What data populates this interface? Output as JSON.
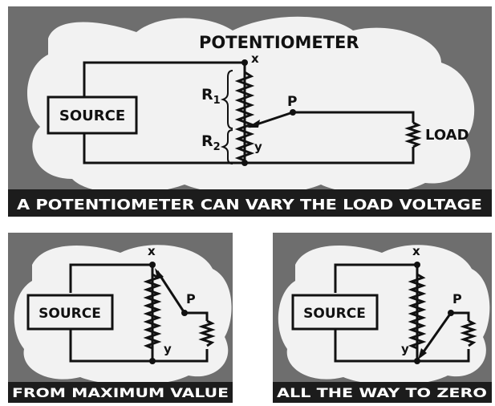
{
  "top_panel": {
    "title": "POTENTIOMETER",
    "source_label": "SOURCE",
    "load_label": "LOAD",
    "terminal_x": "x",
    "terminal_y": "y",
    "wiper_label": "P",
    "r1_label": "R",
    "r1_sub": "1",
    "r2_label": "R",
    "r2_sub": "2",
    "caption": "A POTENTIOMETER CAN VARY THE LOAD VOLTAGE"
  },
  "bottom_left_panel": {
    "source_label": "SOURCE",
    "terminal_x": "x",
    "terminal_y": "y",
    "wiper_label": "P",
    "caption": "FROM MAXIMUM VALUE"
  },
  "bottom_right_panel": {
    "source_label": "SOURCE",
    "terminal_x": "x",
    "terminal_y": "y",
    "wiper_label": "P",
    "caption": "ALL THE WAY TO ZERO"
  },
  "colors": {
    "background": "#ffffff",
    "panel_gray": "#6e6e6e",
    "cloud": "#f2f2f2",
    "caption_bar": "#1c1c1c",
    "ink": "#111111"
  }
}
